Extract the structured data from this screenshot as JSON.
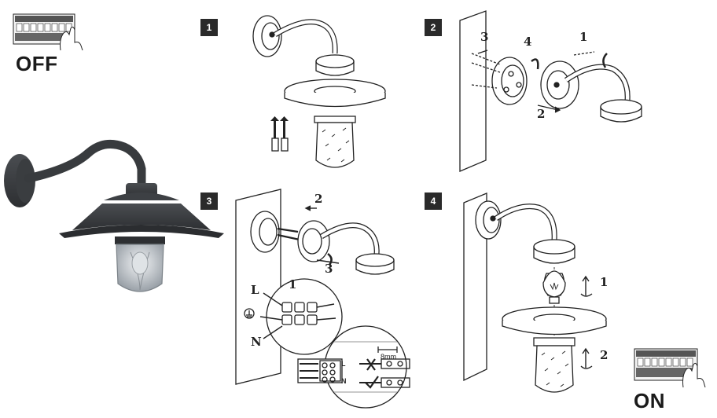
{
  "power": {
    "off_label": "OFF",
    "on_label": "ON"
  },
  "steps": [
    {
      "number": "1"
    },
    {
      "number": "2",
      "callouts": [
        "3",
        "4",
        "1",
        "2"
      ]
    },
    {
      "number": "3",
      "callouts": [
        "2",
        "3",
        "1"
      ],
      "wire_labels": [
        "L",
        "N"
      ],
      "terminal_labels": [
        "L",
        "N"
      ],
      "strip_length": "8mm"
    },
    {
      "number": "4",
      "callouts": [
        "1",
        "2"
      ]
    }
  ]
}
